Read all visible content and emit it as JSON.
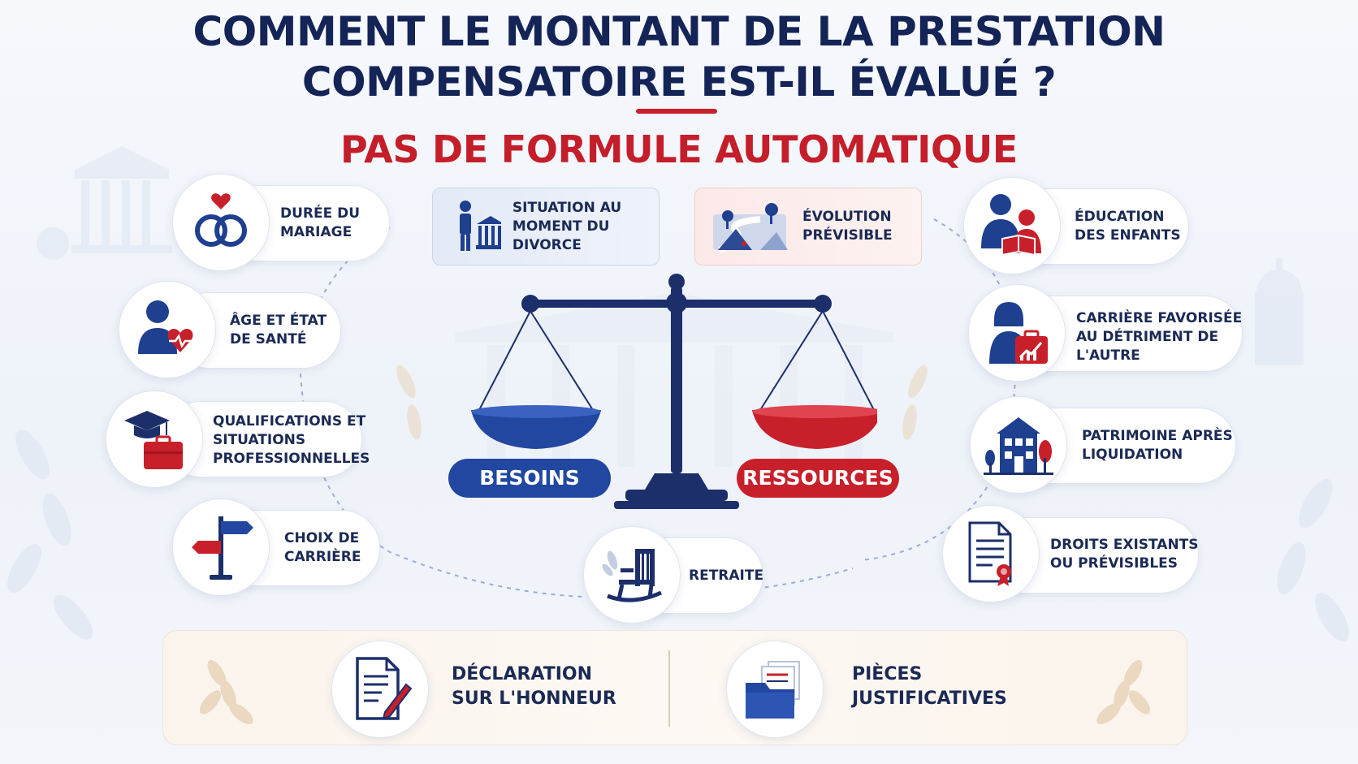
{
  "title": {
    "line1": "COMMENT LE MONTANT DE LA PRESTATION",
    "line2": "COMPENSATOIRE EST-IL ÉVALUÉ ?"
  },
  "subtitle": "PAS DE FORMULE AUTOMATIQUE",
  "colors": {
    "navy": "#1f3f8f",
    "red": "#c8202b",
    "dark": "#152456"
  },
  "scale": {
    "left_label": "BESOINS",
    "right_label": "RESSOURCES"
  },
  "top_boxes": {
    "situation": "SITUATION AU\nMOMENT DU DIVORCE",
    "evolution": "ÉVOLUTION\nPRÉVISIBLE"
  },
  "left_factors": [
    {
      "label": "DURÉE DU\nMARIAGE",
      "icon": "wedding-rings-icon"
    },
    {
      "label": "ÂGE ET ÉTAT\nDE SANTÉ",
      "icon": "person-health-icon"
    },
    {
      "label": "QUALIFICATIONS ET\nSITUATIONS\nPROFESSIONNELLES",
      "icon": "graduation-briefcase-icon"
    },
    {
      "label": "CHOIX DE\nCARRIÈRE",
      "icon": "signpost-icon"
    }
  ],
  "right_factors": [
    {
      "label": "ÉDUCATION\nDES ENFANTS",
      "icon": "parent-child-reading-icon"
    },
    {
      "label": "CARRIÈRE FAVORISÉE\nAU DÉTRIMENT DE\nL'AUTRE",
      "icon": "woman-career-chart-icon"
    },
    {
      "label": "PATRIMOINE APRÈS\nLIQUIDATION",
      "icon": "house-icon"
    },
    {
      "label": "DROITS EXISTANTS\nOU PRÉVISIBLES",
      "icon": "certificate-icon"
    }
  ],
  "center_factor": {
    "label": "RETRAITE",
    "icon": "rocking-chair-icon"
  },
  "bottom": {
    "left": "DÉCLARATION\nSUR L'HONNEUR",
    "right": "PIÈCES\nJUSTIFICATIVES"
  }
}
